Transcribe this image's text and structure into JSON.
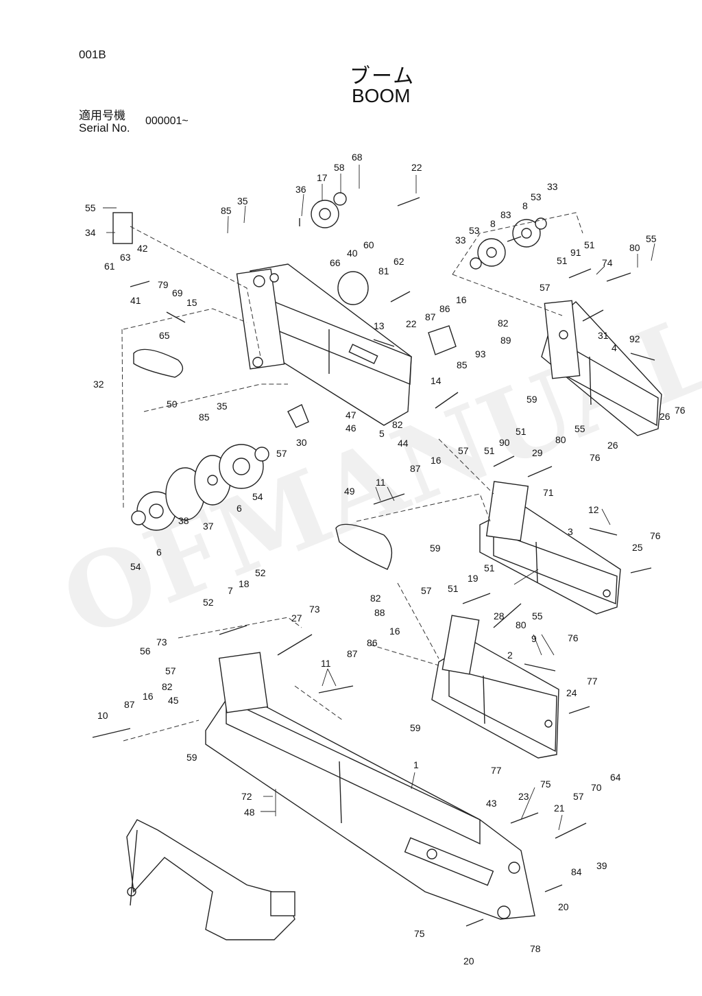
{
  "header": {
    "page_code": "001B",
    "title_jp": "ブーム",
    "title_en": "BOOM",
    "serial_label_jp": "適用号機",
    "serial_label_en": "Serial No.",
    "serial_value": "000001~"
  },
  "watermark": {
    "text": "OFMANUAL"
  },
  "callouts": {
    "c1": "1",
    "c2": "2",
    "c3": "3",
    "c4": "4",
    "c5": "5",
    "c6a": "6",
    "c6b": "6",
    "c7": "7",
    "c8a": "8",
    "c8b": "8",
    "c9": "9",
    "c10": "10",
    "c11a": "11",
    "c11b": "11",
    "c12": "12",
    "c13": "13",
    "c14": "14",
    "c15": "15",
    "c16a": "16",
    "c16b": "16",
    "c16c": "16",
    "c16d": "16",
    "c17": "17",
    "c18": "18",
    "c19": "19",
    "c20a": "20",
    "c20b": "20",
    "c21": "21",
    "c22a": "22",
    "c22b": "22",
    "c23": "23",
    "c24": "24",
    "c25": "25",
    "c26a": "26",
    "c26b": "26",
    "c27": "27",
    "c28": "28",
    "c29": "29",
    "c30": "30",
    "c31": "31",
    "c32": "32",
    "c33a": "33",
    "c33b": "33",
    "c34": "34",
    "c35a": "35",
    "c35b": "35",
    "c36": "36",
    "c37": "37",
    "c38": "38",
    "c39": "39",
    "c40": "40",
    "c41": "41",
    "c42": "42",
    "c43": "43",
    "c44": "44",
    "c45": "45",
    "c46": "46",
    "c47": "47",
    "c48": "48",
    "c49": "49",
    "c50": "50",
    "c51a": "51",
    "c51b": "51",
    "c51c": "51",
    "c51d": "51",
    "c51e": "51",
    "c51f": "51",
    "c52a": "52",
    "c52b": "52",
    "c53a": "53",
    "c53b": "53",
    "c54a": "54",
    "c54b": "54",
    "c55a": "55",
    "c55b": "55",
    "c55c": "55",
    "c55d": "55",
    "c56": "56",
    "c57a": "57",
    "c57b": "57",
    "c57c": "57",
    "c57d": "57",
    "c57e": "57",
    "c57f": "57",
    "c58": "58",
    "c59a": "59",
    "c59b": "59",
    "c59c": "59",
    "c59d": "59",
    "c60": "60",
    "c61": "61",
    "c62": "62",
    "c63": "63",
    "c64": "64",
    "c65": "65",
    "c66": "66",
    "c68": "68",
    "c69": "69",
    "c70": "70",
    "c71": "71",
    "c72": "72",
    "c73a": "73",
    "c73b": "73",
    "c74": "74",
    "c75a": "75",
    "c75b": "75",
    "c76a": "76",
    "c76b": "76",
    "c76c": "76",
    "c76d": "76",
    "c77a": "77",
    "c77b": "77",
    "c78": "78",
    "c79": "79",
    "c80a": "80",
    "c80b": "80",
    "c80c": "80",
    "c81": "81",
    "c82a": "82",
    "c82b": "82",
    "c82c": "82",
    "c82d": "82",
    "c83": "83",
    "c84": "84",
    "c85a": "85",
    "c85b": "85",
    "c85c": "85",
    "c86a": "86",
    "c86b": "86",
    "c87a": "87",
    "c87b": "87",
    "c87c": "87",
    "c87d": "87",
    "c88": "88",
    "c89": "89",
    "c90": "90",
    "c91": "91",
    "c92": "92",
    "c93": "93"
  }
}
